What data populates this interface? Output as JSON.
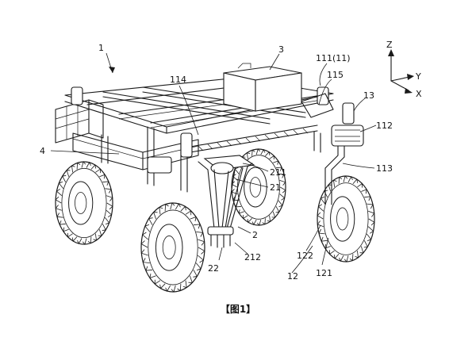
{
  "labels": {
    "l1": "1",
    "l3": "3",
    "l111": "111(11)",
    "l114": "114",
    "l115": "115",
    "l13": "13",
    "l112": "112",
    "l4": "4",
    "l211": "211",
    "l113": "113",
    "l21": "21",
    "l2": "2",
    "l212": "212",
    "l22": "22",
    "l122": "122",
    "l12": "12",
    "l121": "121"
  },
  "axes": {
    "z": "Z",
    "y": "Y",
    "x": "X"
  },
  "caption": "【图1】"
}
